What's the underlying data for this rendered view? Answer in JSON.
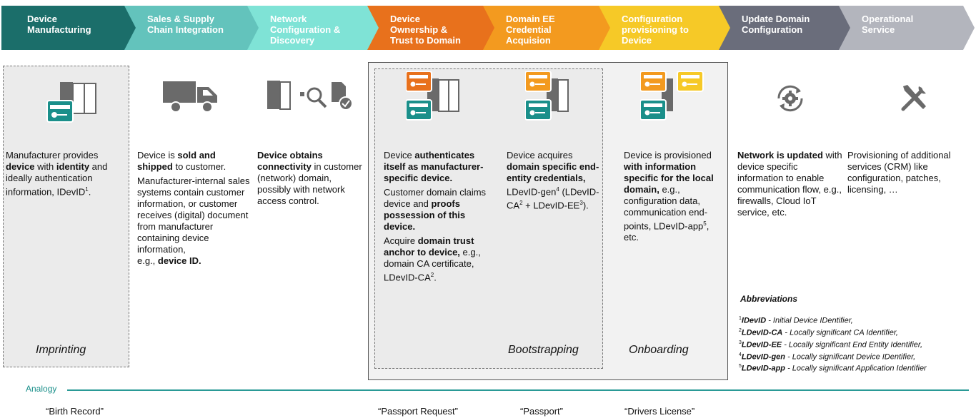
{
  "stages": [
    {
      "label": "Device\nManufacturing",
      "color": "#1b6e6a"
    },
    {
      "label": "Sales & Supply\nChain Integration",
      "color": "#63c3bc"
    },
    {
      "label": "Network\nConfiguration &\nDiscovery",
      "color": "#7fe3d6"
    },
    {
      "label": "Device\nOwnership &\nTrust to Domain",
      "color": "#e8711c"
    },
    {
      "label": "Domain EE\nCredential\nAcquision",
      "color": "#f39a1f"
    },
    {
      "label": "Configuration\nprovisioning to\nDevice",
      "color": "#f6c927"
    },
    {
      "label": "Update Domain\nConfiguration",
      "color": "#6a6d7b"
    },
    {
      "label": "Operational\nService",
      "color": "#b3b5bd"
    }
  ],
  "columns": {
    "c1": [
      "Manufacturer provides ",
      "device",
      " with ",
      "identity",
      " and ideally authentication information, IDevID",
      "1",
      "."
    ],
    "c2a": [
      "Device is ",
      "sold and shipped",
      " to customer."
    ],
    "c2b": "Manufacturer-internal sales systems contain customer information, or customer receives (digital) document from manufacturer containing device information,",
    "c2c": [
      "e.g., ",
      "device ID."
    ],
    "c3": [
      "Device obtains connectivity",
      " in customer (network) domain, possibly with network access control."
    ],
    "c4a": [
      "Device ",
      "authenticates itself as manufacturer-specific device."
    ],
    "c4b": [
      "Customer domain claims device and ",
      "proofs possession of this device."
    ],
    "c4c": [
      "Acquire ",
      "domain trust anchor to device,",
      " e.g., domain CA certificate, LDevID-CA",
      "2",
      "."
    ],
    "c5": [
      "Device acquires ",
      "domain specific end-entity credentials,",
      " LDevID-gen",
      "4",
      " (LDevID-CA",
      "2",
      " + LDevID-EE",
      "3",
      ")."
    ],
    "c6": [
      "Device is provisioned ",
      "with information specific for the local domain,",
      " e.g., configuration data, communication end-points, LDevID-app",
      "5",
      ", etc."
    ],
    "c7": [
      "Network is updated",
      " with device specific information to enable communication flow, e.g., firewalls, Cloud IoT service, etc."
    ],
    "c8": "Provisioning of additional services (CRM) like configuration, patches, licensing, …"
  },
  "phases": {
    "imprinting": "Imprinting",
    "bootstrapping": "Bootstrapping",
    "onboarding": "Onboarding"
  },
  "abbreviations": {
    "title": "Abbreviations",
    "items": [
      {
        "num": "1",
        "term": "IDevID",
        "def": " -  Initial Device IDentifier,"
      },
      {
        "num": "2",
        "term": "LDevID-CA",
        "def": " - Locally significant CA Identifier,"
      },
      {
        "num": "3",
        "term": "LDevID-EE",
        "def": " - Locally significant End Entity Identifier,"
      },
      {
        "num": "4",
        "term": "LDevID-gen",
        "def": " - Locally significant Device IDentifier,"
      },
      {
        "num": "5",
        "term": "LDevID-app",
        "def": " - Locally significant Application Identifier"
      }
    ]
  },
  "analogy": {
    "label": "Analogy",
    "items": [
      "“Birth Record”",
      "“Passport Request”",
      "“Passport”",
      "“Drivers License”"
    ]
  },
  "colors": {
    "teal": "#1a8f8a",
    "orange": "#ee7d1f",
    "yellow": "#f6c927",
    "gray": "#666666"
  },
  "icons": [
    "device-credential-icon",
    "truck-icon",
    "network-discovery-icon",
    "settings-refresh-icon",
    "tools-icon"
  ]
}
